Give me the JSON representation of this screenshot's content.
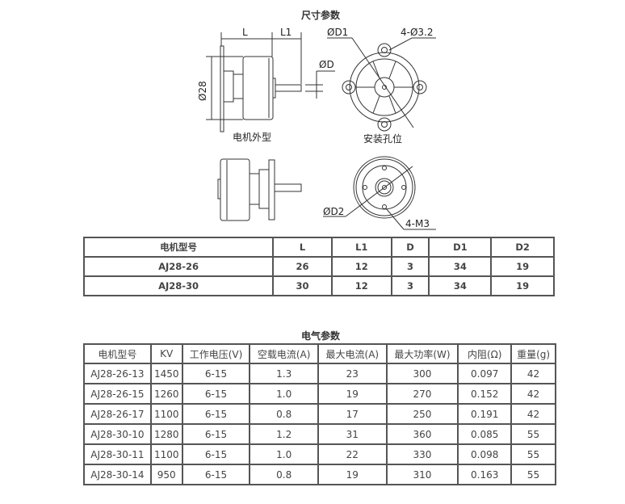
{
  "dimensions": {
    "title": "尺寸参数",
    "labels": {
      "L": "L",
      "L1": "L1",
      "D": "ØD",
      "dia28": "Ø28",
      "D1": "ØD1",
      "holes": "4-Ø3.2",
      "outline": "电机外型",
      "mount": "安装孔位",
      "D2": "ØD2",
      "m3": "4-M3"
    },
    "table": {
      "headers": [
        "电机型号",
        "L",
        "L1",
        "D",
        "D1",
        "D2"
      ],
      "rows": [
        [
          "AJ28-26",
          "26",
          "12",
          "3",
          "34",
          "19"
        ],
        [
          "AJ28-30",
          "30",
          "12",
          "3",
          "34",
          "19"
        ]
      ]
    }
  },
  "electrical": {
    "title": "电气参数",
    "headers": [
      "电机型号",
      "KV",
      "工作电压(V)",
      "空载电流(A)",
      "最大电流(A)",
      "最大功率(W)",
      "内阻(Ω)",
      "重量(g)"
    ],
    "rows": [
      [
        "AJ28-26-13",
        "1450",
        "6-15",
        "1.3",
        "23",
        "300",
        "0.097",
        "42"
      ],
      [
        "AJ28-26-15",
        "1260",
        "6-15",
        "1.0",
        "19",
        "270",
        "0.152",
        "42"
      ],
      [
        "AJ28-26-17",
        "1100",
        "6-15",
        "0.8",
        "17",
        "250",
        "0.191",
        "42"
      ],
      [
        "AJ28-30-10",
        "1280",
        "6-15",
        "1.2",
        "31",
        "360",
        "0.085",
        "55"
      ],
      [
        "AJ28-30-11",
        "1100",
        "6-15",
        "1.0",
        "22",
        "330",
        "0.098",
        "55"
      ],
      [
        "AJ28-30-14",
        "950",
        "6-15",
        "0.8",
        "19",
        "310",
        "0.163",
        "55"
      ]
    ]
  }
}
